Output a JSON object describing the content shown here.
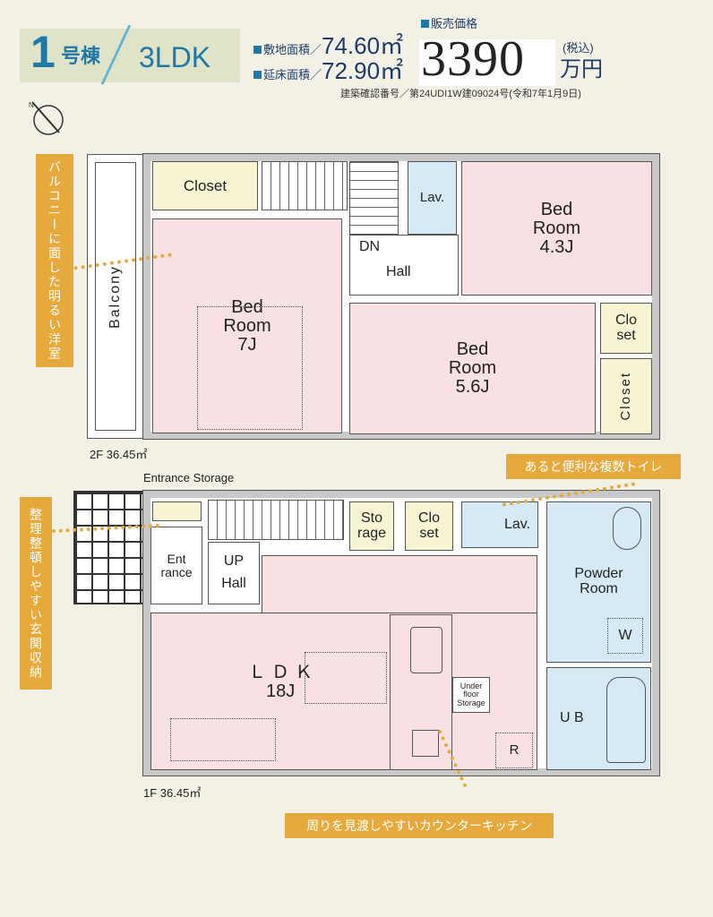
{
  "header": {
    "building_no": "1",
    "building_suffix": "号棟",
    "layout": "3LDK",
    "site_area_label": "敷地面積／",
    "site_area": "74.60㎡",
    "floor_area_label": "延床面積／",
    "floor_area": "72.90㎡",
    "price_label": "販売価格",
    "price": "3390",
    "tax": "(税込)",
    "unit": "万円",
    "permit": "建築確認番号／第24UDI1W建09024号(令和7年1月9日)"
  },
  "compass": {
    "icon": "north-arrow-icon"
  },
  "floor2": {
    "label": "2F 36.45㎡",
    "rooms": {
      "balcony": "Balcony",
      "closet_top": "Closet",
      "bed7": "Bed\nRoom\n7J",
      "lav": "Lav.",
      "dn": "DN",
      "hall": "Hall",
      "bed43": "Bed\nRoom\n4.3J",
      "bed56": "Bed\nRoom\n5.6J",
      "closet_set": "Clo\nset",
      "closet_side": "Closet"
    }
  },
  "floor1": {
    "label": "1F 36.45㎡",
    "entrance_storage_label": "Entrance Storage",
    "rooms": {
      "entrance": "Ent\nrance",
      "up": "UP",
      "hall": "Hall",
      "storage": "Sto\nrage",
      "closet": "Clo\nset",
      "lav": "Lav.",
      "powder": "Powder\nRoom",
      "w": "W",
      "ldk": "ＬＤＫ",
      "ldk_size": "18J",
      "under_floor": "Under\nfloor\nStorage",
      "r": "R",
      "ub": "U B"
    }
  },
  "callouts": {
    "balcony": "バルコニーに面した明るい洋室",
    "entrance": "整理整頓しやすい玄関収納",
    "toilets": "あると便利な複数トイレ",
    "kitchen": "周りを見渡しやすいカウンターキッチン"
  },
  "colors": {
    "accent": "#e6a93b",
    "brand": "#1e78a8",
    "bedroom": "#f8e0e3",
    "wet": "#d6eaf6",
    "storage": "#f7f4d4"
  }
}
